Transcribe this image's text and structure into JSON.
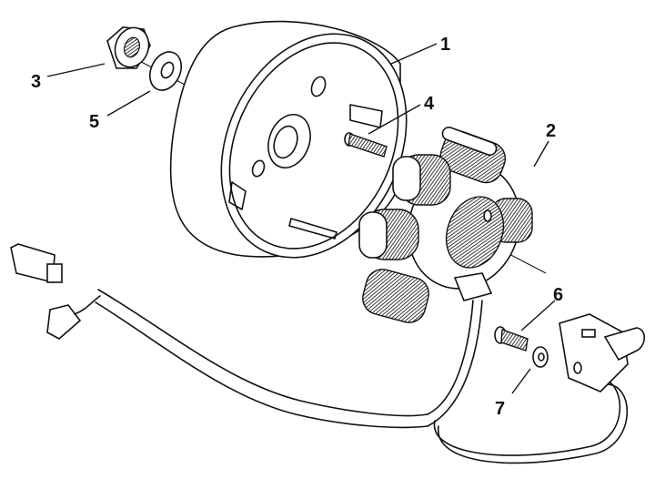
{
  "diagram": {
    "type": "exploded-parts-view",
    "subject": "flywheel, stator and pickup coil assembly",
    "callouts": [
      {
        "number": "1",
        "part": "flywheel-rotor"
      },
      {
        "number": "2",
        "part": "stator"
      },
      {
        "number": "3",
        "part": "flywheel-nut"
      },
      {
        "number": "4",
        "part": "stator-screw"
      },
      {
        "number": "5",
        "part": "washer"
      },
      {
        "number": "6",
        "part": "pickup-coil-screw"
      },
      {
        "number": "7",
        "part": "pickup-coil-washer"
      }
    ],
    "colors": {
      "line": "#111111",
      "background": "#ffffff"
    }
  }
}
